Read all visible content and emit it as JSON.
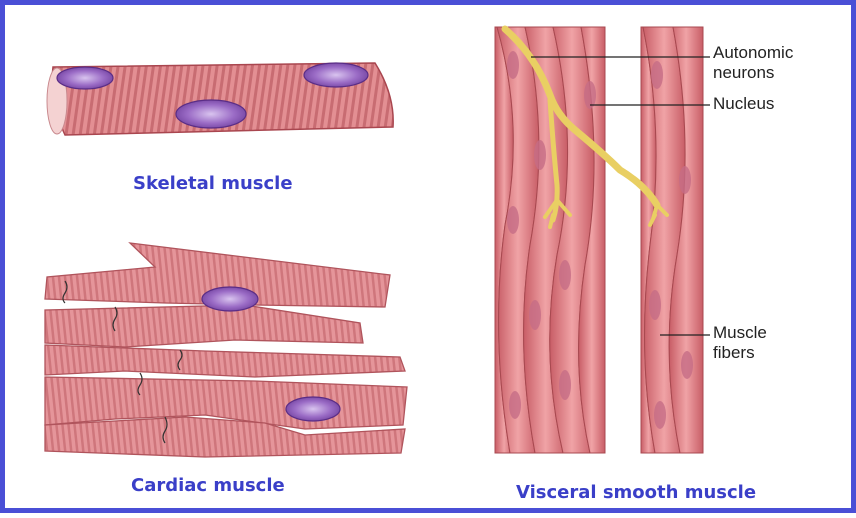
{
  "captions": {
    "skeletal": "Skeletal muscle",
    "cardiac": "Cardiac muscle",
    "visceral": "Visceral smooth muscle"
  },
  "callouts": {
    "autonomic_line1": "Autonomic",
    "autonomic_line2": "neurons",
    "nucleus": "Nucleus",
    "muscle_fibers_line1": "Muscle",
    "muscle_fibers_line2": "fibers"
  },
  "colors": {
    "frame": "#4a4fd6",
    "caption_text": "#3a3fc8",
    "muscle": "#e08a8e",
    "muscle_dark": "#b9545d",
    "nucleus": "#7a4aa8",
    "neuron": "#e9cf63"
  }
}
